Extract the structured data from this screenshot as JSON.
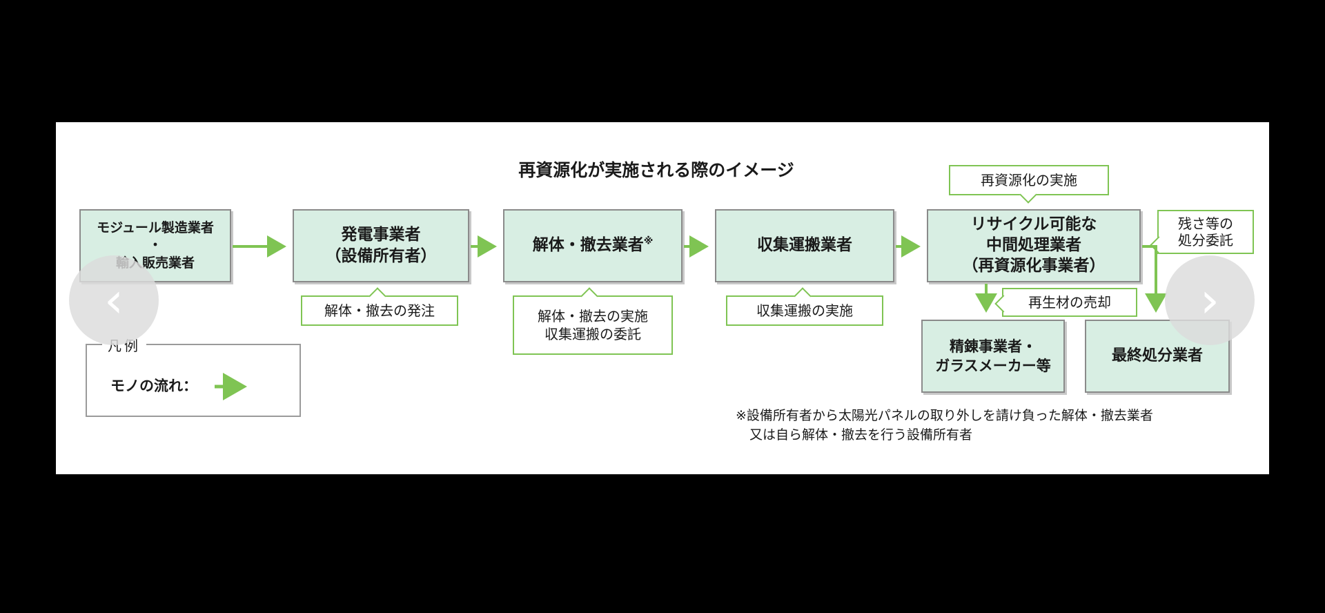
{
  "title": "再資源化が実施される際のイメージ",
  "boxes": {
    "module": {
      "lines": [
        "モジュール製造業者",
        "・",
        "輸入販売業者"
      ]
    },
    "generator": {
      "lines": [
        "発電事業者",
        "（設備所有者）"
      ]
    },
    "dismantler": {
      "text": "解体・撤去業者",
      "mark": "※"
    },
    "collector": {
      "text": "収集運搬業者"
    },
    "recycler": {
      "lines": [
        "リサイクル可能な",
        "中間処理業者",
        "（再資源化事業者）"
      ]
    },
    "refiner": {
      "lines": [
        "精錬事業者・",
        "ガラスメーカー等"
      ]
    },
    "disposal": {
      "text": "最終処分業者"
    }
  },
  "callouts": {
    "order": "解体・撤去の発注",
    "dismantle": [
      "解体・撤去の実施",
      "収集運搬の委託"
    ],
    "transport": "収集運搬の実施",
    "recycle": "再資源化の実施",
    "residue": [
      "残さ等の",
      "処分委託"
    ],
    "sale": "再生材の売却"
  },
  "legend": {
    "title": "凡例",
    "label": "モノの流れ："
  },
  "note": [
    "※設備所有者から太陽光パネルの取り外しを請け負った解体・撤去業者",
    "又は自ら解体・撤去を行う設備所有者"
  ],
  "colors": {
    "arrow": "#7fc453",
    "box_fill": "#d8eee3",
    "box_border": "#8a8a8a"
  },
  "nav": {
    "prev_icon": "chevron-left-icon",
    "next_icon": "chevron-right-icon"
  }
}
